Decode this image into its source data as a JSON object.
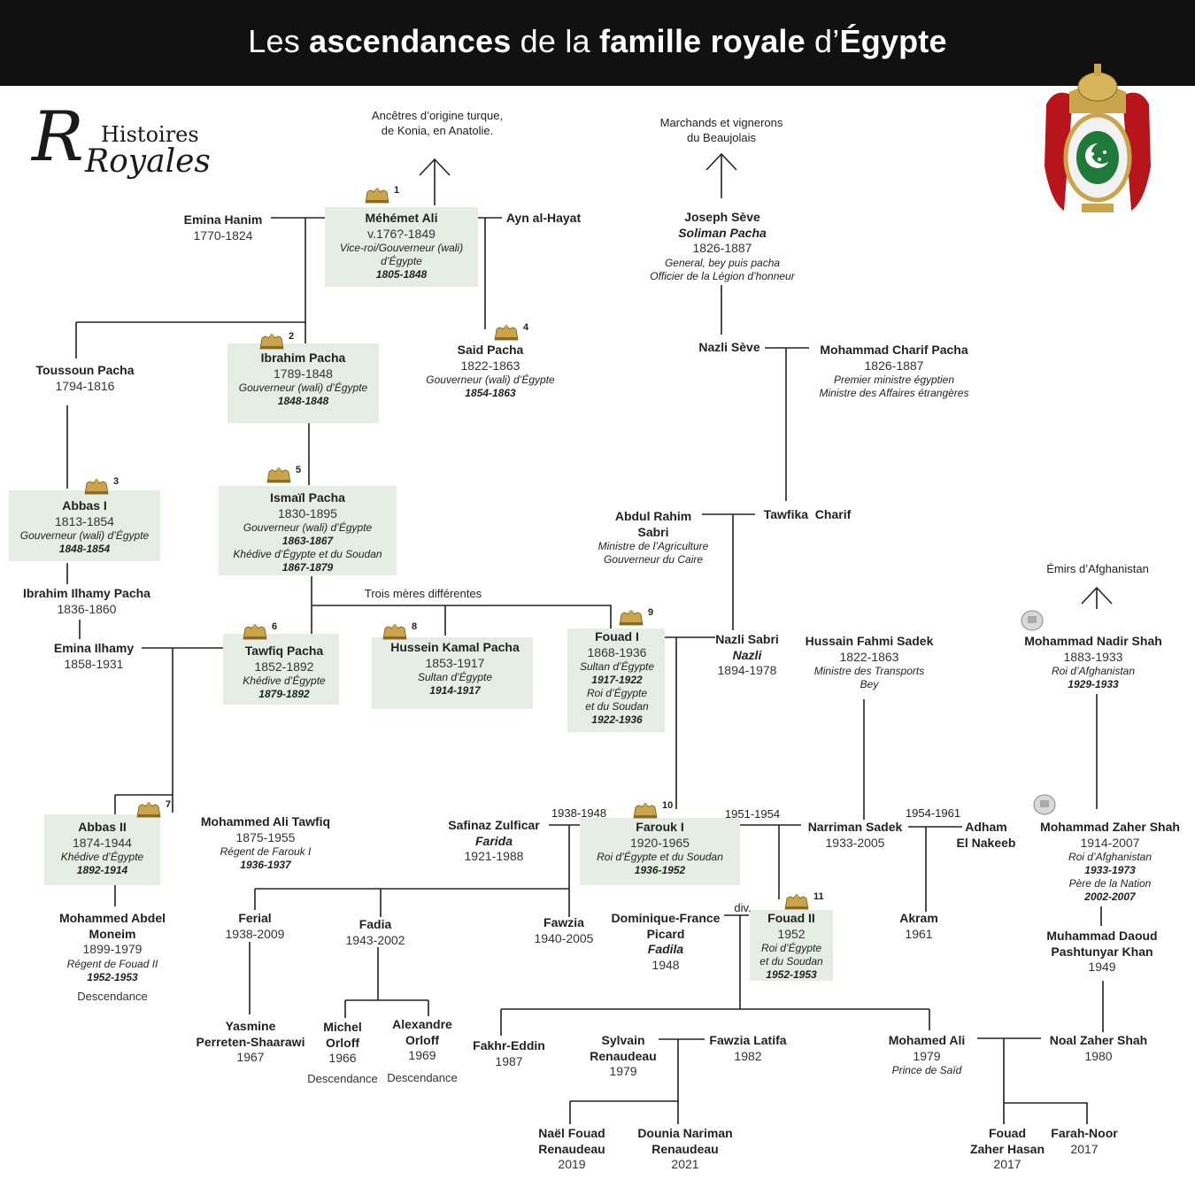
{
  "header": {
    "title_parts": [
      "Les ",
      "ascendances",
      " de la ",
      "famille royale",
      " d’",
      "Égypte"
    ]
  },
  "logo": {
    "line1": "Histoires",
    "line2": "Royales",
    "letter": "R"
  },
  "colors": {
    "box_bg": "#e6ede4",
    "header_bg": "#111111",
    "crown_gold": "#c9a44a",
    "line": "#222222"
  },
  "labels": {
    "turkish_origin": [
      "Ancêtres d’origine turque,",
      "de Konia, en Anatolie."
    ],
    "beaujolais": [
      "Marchands et vignerons",
      "du Beaujolais"
    ],
    "afghan_emirs": [
      "Émirs d’Afghanistan"
    ],
    "three_mothers": "Trois mères différentes",
    "y_1938": "1938-1948",
    "y_1951": "1951-1954",
    "y_1954": "1954-1961",
    "div": "div."
  },
  "rulers": {
    "mehemet": {
      "num": "1",
      "name": "Méhémet Ali",
      "dates": "v.176?-1849",
      "r1": "Vice-roi/Gouverneur (wali)",
      "r2": "d’Égypte",
      "y1": "1805-1848"
    },
    "ibrahim": {
      "num": "2",
      "name": "Ibrahim Pacha",
      "dates": "1789-1848",
      "r1": "Gouverneur (wali) d’Égypte",
      "y1": "1848-1848"
    },
    "abbas1": {
      "num": "3",
      "name": "Abbas I",
      "dates": "1813-1854",
      "r1": "Gouverneur (wali) d’Égypte",
      "y1": "1848-1854"
    },
    "said": {
      "num": "4",
      "name": "Said Pacha",
      "dates": "1822-1863",
      "r1": "Gouverneur (wali) d’Égypte",
      "y1": "1854-1863"
    },
    "ismail": {
      "num": "5",
      "name": "Ismaïl Pacha",
      "dates": "1830-1895",
      "r1": "Gouverneur (wali) d’Égypte",
      "y1": "1863-1867",
      "r2": "Khédive d’Égypte et du Soudan",
      "y2": "1867-1879"
    },
    "tawfiq": {
      "num": "6",
      "name": "Tawfiq Pacha",
      "dates": "1852-1892",
      "r1": "Khédive d’Égypte",
      "y1": "1879-1892"
    },
    "abbas2": {
      "num": "7",
      "name": "Abbas II",
      "dates": "1874-1944",
      "r1": "Khédive d’Égypte",
      "y1": "1892-1914"
    },
    "hussein": {
      "num": "8",
      "name": "Hussein Kamal Pacha",
      "dates": "1853-1917",
      "r1": "Sultan d’Égypte",
      "y1": "1914-1917"
    },
    "fouad1": {
      "num": "9",
      "name": "Fouad I",
      "dates": "1868-1936",
      "r1": "Sultan d’Égypte",
      "y1": "1917-1922",
      "r2": "Roi d’Égypte",
      "r3": "et du Soudan",
      "y2": "1922-1936"
    },
    "farouk": {
      "num": "10",
      "name": "Farouk I",
      "dates": "1920-1965",
      "r1": "Roi d’Égypte et du Soudan",
      "y1": "1936-1952"
    },
    "fouad2": {
      "num": "11",
      "name": "Fouad II",
      "dates": "1952",
      "r1": "Roi d’Égypte",
      "r2": "et du Soudan",
      "y1": "1952-1953"
    }
  },
  "people": {
    "emina_hanim": {
      "name": "Emina Hanim",
      "dates": "1770-1824"
    },
    "ayn": {
      "name": "Ayn al-Hayat"
    },
    "toussoun": {
      "name": "Toussoun Pacha",
      "dates": "1794-1816"
    },
    "ibrahim_ilhamy": {
      "name": "Ibrahim Ilhamy Pacha",
      "dates": "1836-1860"
    },
    "emina_ilhamy": {
      "name": "Emina Ilhamy",
      "dates": "1858-1931"
    },
    "mohammed_ali_tawfiq": {
      "name": "Mohammed Ali Tawfiq",
      "dates": "1875-1955",
      "r1": "Régent de Farouk I",
      "y1": "1936-1937"
    },
    "mohammed_abdel": {
      "name1": "Mohammed Abdel",
      "name2": "Moneim",
      "dates": "1899-1979",
      "r1": "Régent de Fouad II",
      "y1": "1952-1953",
      "desc": "Descendance"
    },
    "joseph_seve": {
      "name": "Joseph Sève",
      "alias": "Soliman Pacha",
      "dates": "1826-1887",
      "r1": "General, bey puis pacha",
      "r2": "Officier de la Légion d’honneur"
    },
    "nazli_seve": {
      "name": "Nazli Sève"
    },
    "charif": {
      "name": "Mohammad Charif Pacha",
      "dates": "1826-1887",
      "r1": "Premier ministre égyptien",
      "r2": "Ministre des Affaires étrangères"
    },
    "abdul_rahim": {
      "name1": "Abdul Rahim",
      "name2": "Sabri",
      "r1": "Ministre de l’Agriculture",
      "r2": "Gouverneur du Caire"
    },
    "tawfika": {
      "name": "Tawfika  Charif"
    },
    "nazli_sabri": {
      "name": "Nazli Sabri",
      "alias": "Nazli",
      "dates": "1894-1978"
    },
    "hussain_fahmi": {
      "name": "Hussain Fahmi Sadek",
      "dates": "1822-1863",
      "r1": "Ministre des Transports",
      "r2": "Bey"
    },
    "nadir_shah": {
      "name": "Mohammad Nadir Shah",
      "dates": "1883-1933",
      "r1": "Roi d’Afghanistan",
      "y1": "1929-1933"
    },
    "zaher_shah": {
      "name": "Mohammad Zaher Shah",
      "dates": "1914-2007",
      "r1": "Roi d’Afghanistan",
      "y1": "1933-1973",
      "r2": "Père de la Nation",
      "y2": "2002-2007"
    },
    "daoud": {
      "name1": "Muhammad Daoud",
      "name2": "Pashtunyar Khan",
      "dates": "1949"
    },
    "safinaz": {
      "name": "Safinaz Zulficar",
      "alias": "Farida",
      "dates": "1921-1988"
    },
    "narriman": {
      "name": "Narriman Sadek",
      "dates": "1933-2005"
    },
    "adham": {
      "name1": "Adham",
      "name2": "El Nakeeb"
    },
    "akram": {
      "name": "Akram",
      "dates": "1961"
    },
    "ferial": {
      "name": "Ferial",
      "dates": "1938-2009"
    },
    "fadia": {
      "name": "Fadia",
      "dates": "1943-2002"
    },
    "fawzia": {
      "name": "Fawzia",
      "dates": "1940-2005"
    },
    "dominique": {
      "name1": "Dominique-France",
      "name2": "Picard",
      "alias": "Fadila",
      "dates": "1948"
    },
    "yasmine": {
      "name1": "Yasmine",
      "name2": "Perreten-Shaarawi",
      "dates": "1967"
    },
    "michel": {
      "name1": "Michel",
      "name2": "Orloff",
      "dates": "1966",
      "desc": "Descendance"
    },
    "alexandre": {
      "name1": "Alexandre",
      "name2": "Orloff",
      "dates": "1969",
      "desc": "Descendance"
    },
    "fakhr": {
      "name": "Fakhr-Eddin",
      "dates": "1987"
    },
    "sylvain": {
      "name1": "Sylvain",
      "name2": "Renaudeau",
      "dates": "1979"
    },
    "fawzia_latifa": {
      "name": "Fawzia Latifa",
      "dates": "1982"
    },
    "mohamed_ali": {
      "name": "Mohamed Ali",
      "dates": "1979",
      "r1": "Prince de Saïd"
    },
    "noal": {
      "name": "Noal Zaher Shah",
      "dates": "1980"
    },
    "nael": {
      "name1": "Naël Fouad",
      "name2": "Renaudeau",
      "dates": "2019"
    },
    "dounia": {
      "name1": "Dounia Nariman",
      "name2": "Renaudeau",
      "dates": "2021"
    },
    "fouad_zaher": {
      "name1": "Fouad",
      "name2": "Zaher Hasan",
      "dates": "2017"
    },
    "farah": {
      "name": "Farah-Noor",
      "dates": "2017"
    }
  }
}
